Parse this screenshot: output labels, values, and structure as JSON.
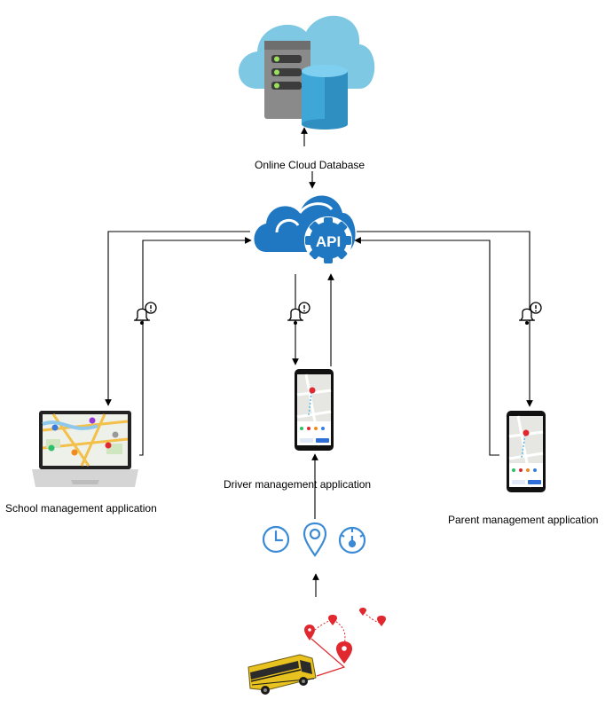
{
  "labels": {
    "cloud_db": "Online Cloud Database",
    "driver_app": "Driver management application",
    "school_app": "School management application",
    "parent_app": "Parent management application",
    "api_text": "API"
  },
  "icons": {
    "cloud_database": "server-cloud-database-icon",
    "api": "cloud-api-gear-icon",
    "notification": "bell-alert-icon",
    "laptop": "laptop-map-icon",
    "phone": "smartphone-map-icon",
    "clock": "clock-icon",
    "location": "location-pin-icon",
    "speed": "speedometer-icon",
    "bus": "school-bus-icon",
    "route_pins": "route-pins-icon"
  },
  "colors": {
    "cloud_light": "#7ec8e3",
    "db_blue": "#3fa6d8",
    "server_gray": "#8a8a8a",
    "api_blue": "#1f78c1",
    "icon_blue": "#3a8ad6",
    "pin_red": "#e0282e",
    "bus_yellow": "#e8c21e",
    "arrow": "#000000"
  }
}
